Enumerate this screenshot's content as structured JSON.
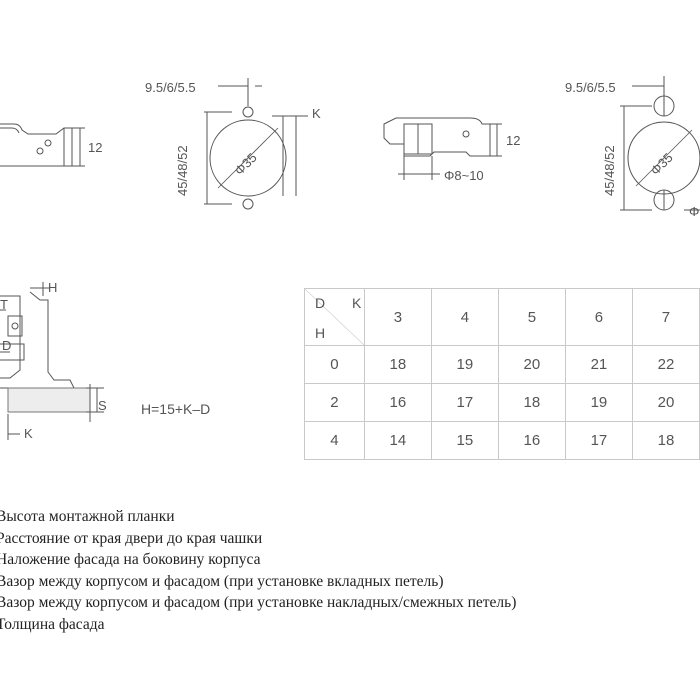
{
  "top_dims": {
    "hinge_side_height": "12",
    "cup_width_label_1": "9.5/6/5.5",
    "cup_height_label_1": "45/48/52",
    "cup_diameter_1": "Φ35",
    "overlay_label": "K",
    "plate_height": "12",
    "dowel_diameter": "Φ8~10",
    "cup_width_label_2": "9.5/6/5.5",
    "cup_height_label_2": "45/48/52",
    "cup_diameter_2": "Φ35",
    "cut_label": "Φ"
  },
  "section_dims": {
    "h": "H",
    "t": "T",
    "d": "D",
    "s": "S",
    "k": "K"
  },
  "formula": "H=15+K–D",
  "table": {
    "corner_d": "D",
    "corner_k": "K",
    "corner_h": "H",
    "k_values": [
      "3",
      "4",
      "5",
      "6",
      "7"
    ],
    "rows": [
      {
        "h": "0",
        "values": [
          "18",
          "19",
          "20",
          "21",
          "22"
        ]
      },
      {
        "h": "2",
        "values": [
          "16",
          "17",
          "18",
          "19",
          "20"
        ]
      },
      {
        "h": "4",
        "values": [
          "14",
          "15",
          "16",
          "17",
          "18"
        ]
      }
    ]
  },
  "legend": [
    "Высота монтажной планки",
    "Расстояние от края двери до края чашки",
    "Наложение фасада на боковину корпуса",
    "Вазор между корпусом и фасадом (при установке вкладных петель)",
    "Вазор между корпусом и фасадом (при установке накладных/смежных петель)",
    "Толщина фасада"
  ]
}
